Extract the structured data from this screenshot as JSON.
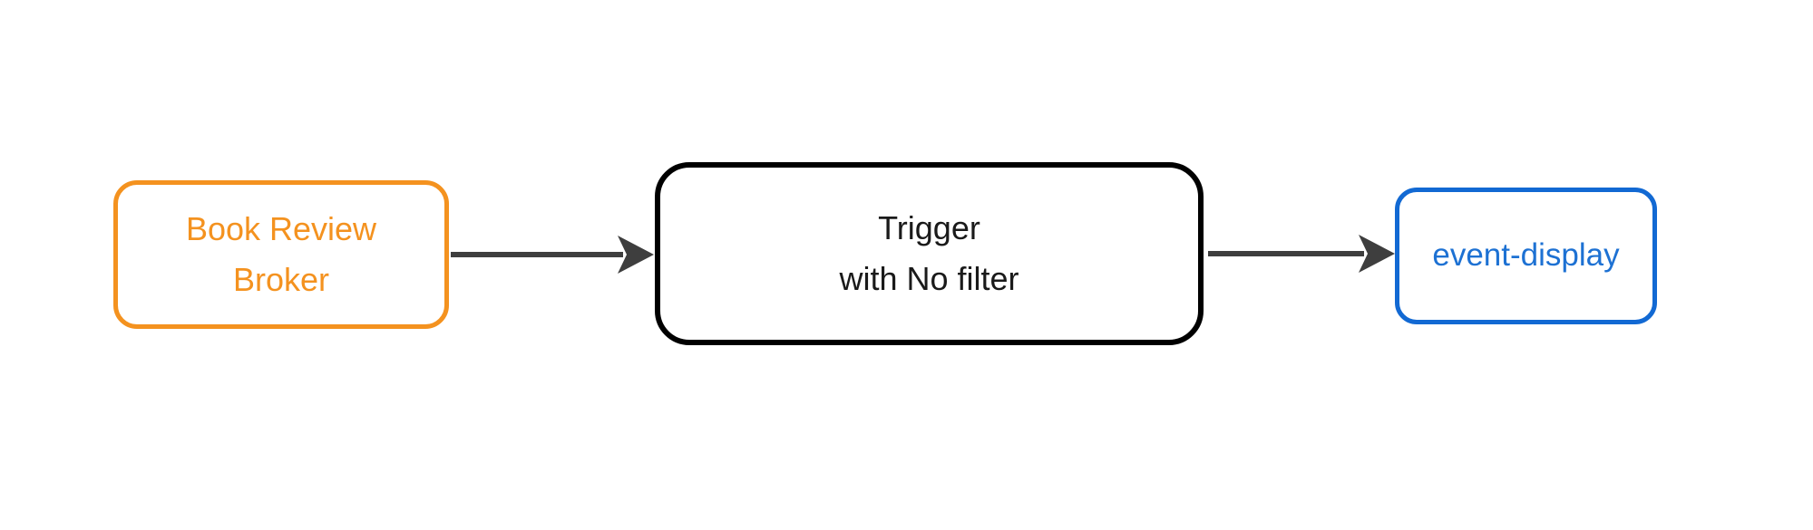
{
  "diagram": {
    "type": "flowchart-left-to-right",
    "background_color": "#ffffff",
    "nodes": {
      "broker": {
        "lines": [
          "Book Review",
          "Broker"
        ],
        "border_color": "#F4921F",
        "text_color": "#F4921F",
        "shape": "rounded-rectangle"
      },
      "trigger": {
        "lines": [
          "Trigger",
          "with No filter"
        ],
        "border_color": "#000000",
        "text_color": "#1a1a1a",
        "shape": "rounded-rectangle"
      },
      "event_display": {
        "lines": [
          "event-display"
        ],
        "border_color": "#1269D3",
        "text_color": "#1D71D3",
        "shape": "rounded-rectangle"
      }
    },
    "edges": [
      {
        "from": "broker",
        "to": "trigger",
        "style": "solid",
        "arrowhead": "notched-triangle",
        "color": "#3E3E3E"
      },
      {
        "from": "trigger",
        "to": "event_display",
        "style": "solid",
        "arrowhead": "notched-triangle",
        "color": "#3E3E3E"
      }
    ]
  }
}
